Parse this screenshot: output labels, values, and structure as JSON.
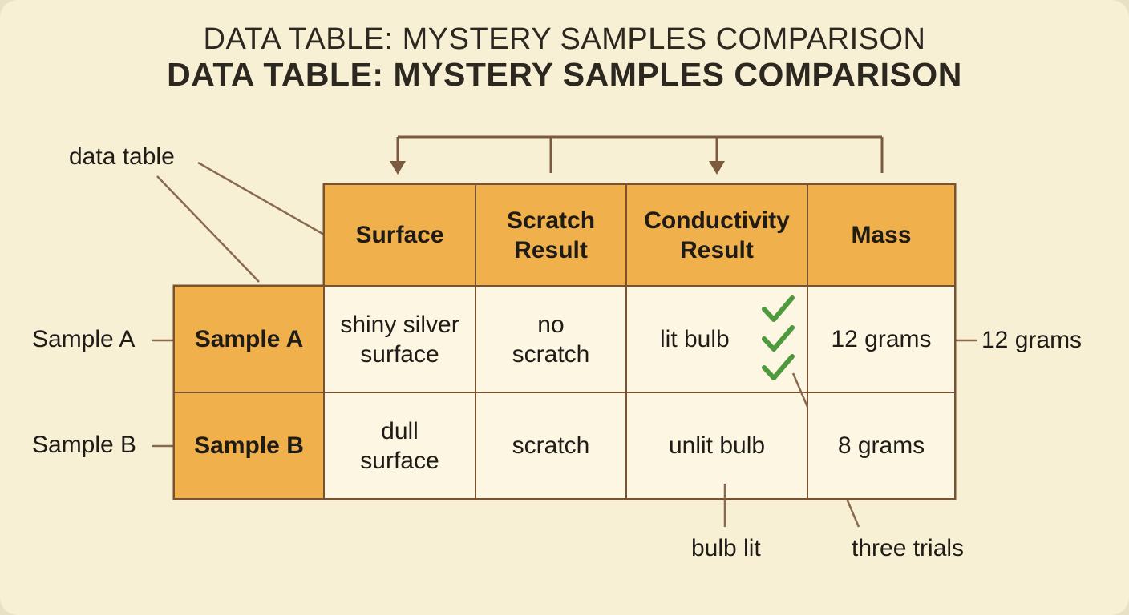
{
  "title_lines": [
    "DATA TABLE: MYSTERY SAMPLES COMPARISON",
    "DATA TABLE: MYSTERY SAMPLES COMPARISON"
  ],
  "table": {
    "columns": [
      "Surface",
      "Scratch\nResult",
      "Conductivity\nResult",
      "Mass"
    ],
    "rows": [
      {
        "header": "Sample A",
        "cells": [
          "shiny silver\nsurface",
          "no\nscratch",
          "lit bulb",
          "12 grams"
        ]
      },
      {
        "header": "Sample B",
        "cells": [
          "dull\nsurface",
          "scratch",
          "unlit bulb",
          "8 grams"
        ]
      }
    ]
  },
  "annotations": {
    "data_table": "data table",
    "sample_a": "Sample A",
    "sample_b": "Sample B",
    "mass_a": "12 grams",
    "bulb_lit": "bulb lit",
    "three_trials": "three trials"
  },
  "icons": {
    "trial_checks": [
      "check-icon",
      "check-icon",
      "check-icon"
    ]
  },
  "colors": {
    "background": "#f8f0d5",
    "header_fill": "#f0b14d",
    "cell_fill": "#fcf6e3",
    "grid_line": "#7a5232",
    "leader_line": "#8a6a4e",
    "check": "#4e9a3c"
  }
}
